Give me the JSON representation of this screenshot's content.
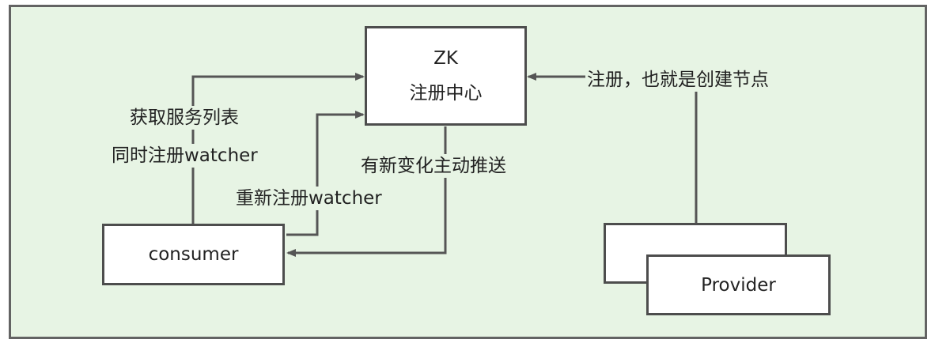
{
  "nodes": {
    "zk": {
      "line1": "ZK",
      "line2": "注册中心"
    },
    "consumer": {
      "label": "consumer"
    },
    "provider": {
      "label": "Provider"
    }
  },
  "edges": {
    "get_services_line1": "获取服务列表",
    "get_services_line2": "同时注册watcher",
    "reregister": "重新注册watcher",
    "push": "有新变化主动推送",
    "register": "注册，也就是创建节点"
  },
  "colors": {
    "background": "#e7f4e4",
    "frame": "#636363",
    "box_border": "#4d4d4d",
    "arrow": "#555555"
  }
}
